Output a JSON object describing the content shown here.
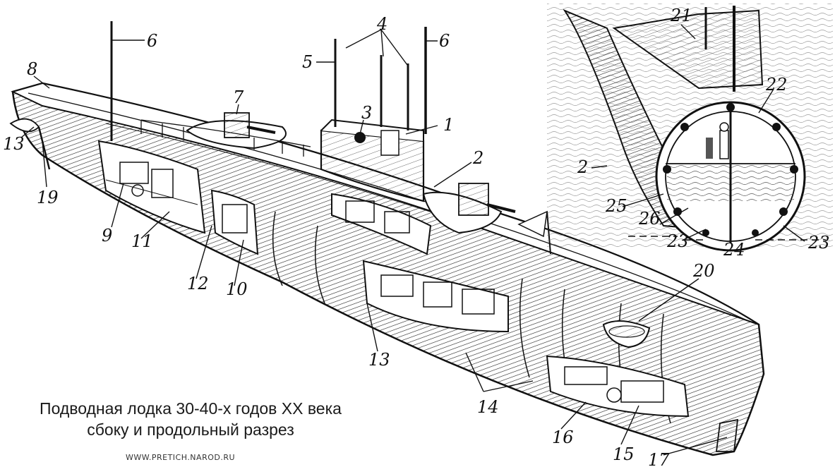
{
  "caption": {
    "line1": "Подводная лодка 30-40-х годов XX века",
    "line2": "сбоку и продольный разрез"
  },
  "watermark": "WWW.PRETICH.NAROD.RU",
  "labels": [
    {
      "id": "l1",
      "text": "1"
    },
    {
      "id": "l2a",
      "text": "2"
    },
    {
      "id": "l2b",
      "text": "2"
    },
    {
      "id": "l3",
      "text": "3"
    },
    {
      "id": "l4",
      "text": "4"
    },
    {
      "id": "l5",
      "text": "5"
    },
    {
      "id": "l6a",
      "text": "6"
    },
    {
      "id": "l6b",
      "text": "6"
    },
    {
      "id": "l7",
      "text": "7"
    },
    {
      "id": "l8",
      "text": "8"
    },
    {
      "id": "l9",
      "text": "9"
    },
    {
      "id": "l10",
      "text": "10"
    },
    {
      "id": "l11",
      "text": "11"
    },
    {
      "id": "l12",
      "text": "12"
    },
    {
      "id": "l13a",
      "text": "13"
    },
    {
      "id": "l13b",
      "text": "13"
    },
    {
      "id": "l14",
      "text": "14"
    },
    {
      "id": "l15",
      "text": "15"
    },
    {
      "id": "l16",
      "text": "16"
    },
    {
      "id": "l17",
      "text": "17"
    },
    {
      "id": "l19",
      "text": "19"
    },
    {
      "id": "l20",
      "text": "20"
    },
    {
      "id": "l21",
      "text": "21"
    },
    {
      "id": "l22",
      "text": "22"
    },
    {
      "id": "l23a",
      "text": "23"
    },
    {
      "id": "l23b",
      "text": "23"
    },
    {
      "id": "l24",
      "text": "24"
    },
    {
      "id": "l25",
      "text": "25"
    },
    {
      "id": "l26",
      "text": "26"
    }
  ]
}
